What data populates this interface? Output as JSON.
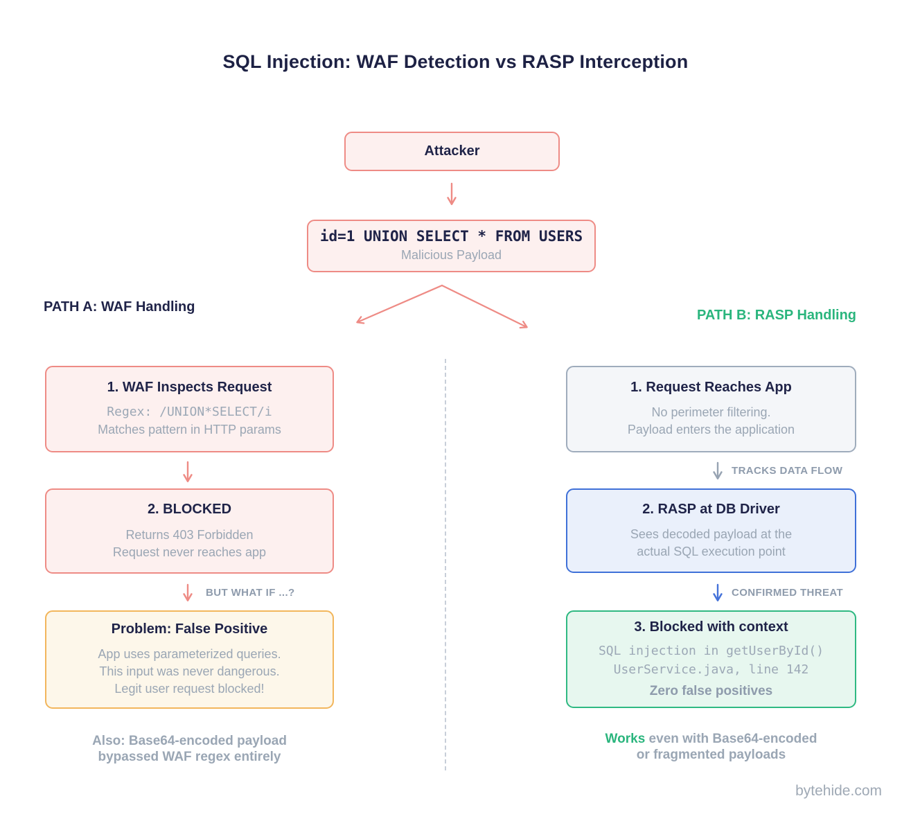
{
  "title": "SQL Injection: WAF Detection vs RASP Interception",
  "attacker": {
    "label": "Attacker"
  },
  "payload": {
    "code": "id=1 UNION SELECT * FROM USERS",
    "caption": "Malicious Payload"
  },
  "path_a": {
    "label": "PATH A: WAF Handling",
    "steps": [
      {
        "title": "1. WAF Inspects Request",
        "code": "Regex: /UNION*SELECT/i",
        "lines": [
          "Matches pattern in HTTP params"
        ]
      },
      {
        "title": "2. BLOCKED",
        "lines": [
          "Returns 403 Forbidden",
          "Request never reaches app"
        ]
      },
      {
        "title": "Problem: False Positive",
        "lines": [
          "App uses parameterized queries.",
          "This input was never dangerous.",
          "Legit user request blocked!"
        ]
      }
    ],
    "arrow_label": "BUT WHAT IF ...?",
    "footer_lines": [
      "Also: Base64-encoded payload",
      "bypassed WAF regex entirely"
    ]
  },
  "path_b": {
    "label": "PATH B: RASP Handling",
    "steps": [
      {
        "title": "1. Request Reaches App",
        "lines": [
          "No perimeter filtering.",
          "Payload enters the application"
        ]
      },
      {
        "title": "2. RASP at DB Driver",
        "lines": [
          "Sees decoded payload at the",
          "actual SQL execution point"
        ]
      },
      {
        "title": "3. Blocked with context",
        "code_lines": [
          "SQL injection in getUserById()",
          "UserService.java, line 142"
        ],
        "emphasis": "Zero false positives"
      }
    ],
    "arrow_labels": [
      "TRACKS DATA FLOW",
      "CONFIRMED THREAT"
    ],
    "footer_highlight": "Works",
    "footer_rest": " even with Base64-encoded",
    "footer_line2": "or fragmented payloads"
  },
  "watermark": "bytehide.com",
  "colors": {
    "navy": "#1f2348",
    "salmon": "#ee8b85",
    "pink_fill": "#fdf0ef",
    "orange_border": "#f2b65c",
    "orange_fill": "#fdf7ea",
    "gray_border": "#9facbc",
    "gray_fill": "#f4f6f9",
    "blue_border": "#3f70d8",
    "blue_fill": "#eaf0fb",
    "green_border": "#2fb982",
    "green_fill": "#e7f7ef",
    "green_text": "#2ab57d",
    "body_gray": "#9aa6b4"
  }
}
